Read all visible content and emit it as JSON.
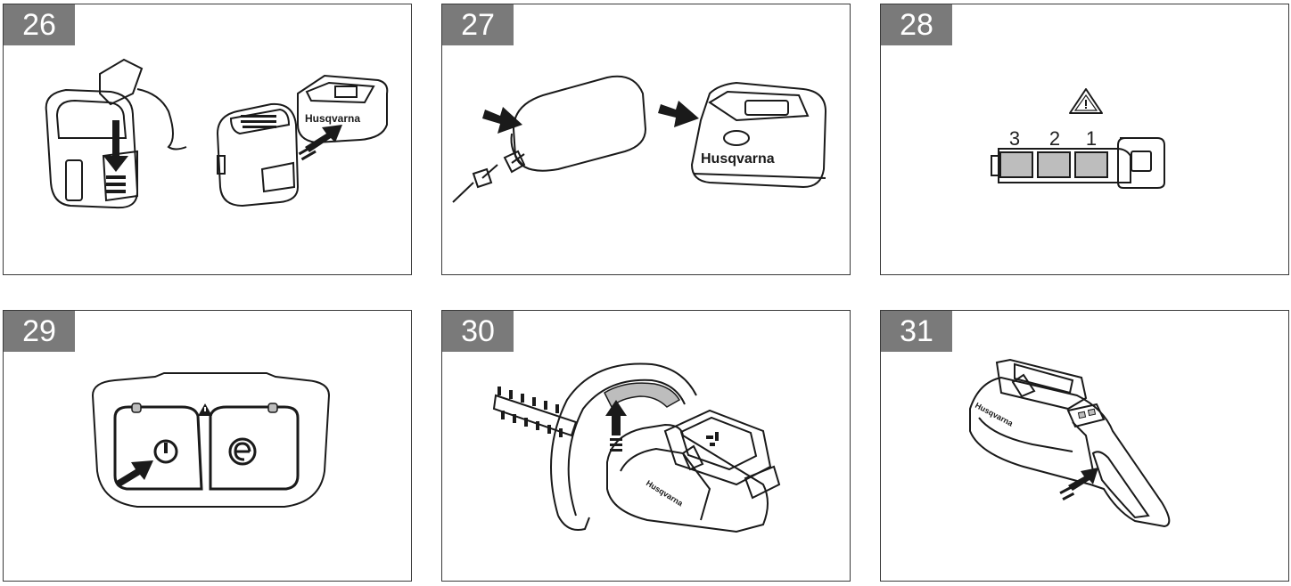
{
  "figures": [
    {
      "number": "26"
    },
    {
      "number": "27",
      "brand": "Husqvarna"
    },
    {
      "number": "28",
      "indicators": [
        "3",
        "2",
        "1"
      ]
    },
    {
      "number": "29"
    },
    {
      "number": "30",
      "brand": "Husqvarna"
    },
    {
      "number": "31",
      "brand": "Husqvarna"
    }
  ]
}
